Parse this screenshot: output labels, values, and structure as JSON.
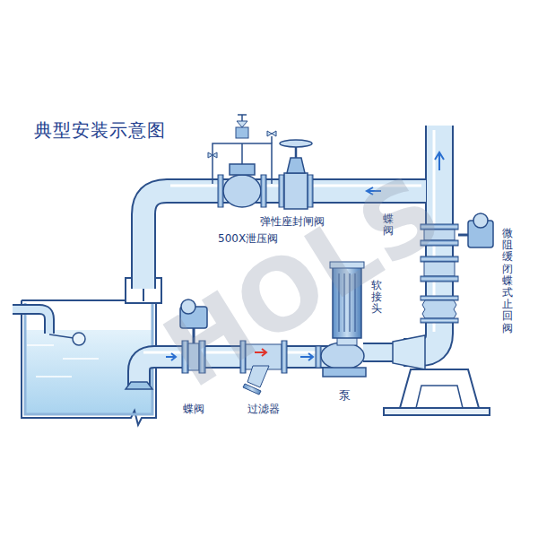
{
  "diagram": {
    "title": "典型安装示意图",
    "labels": [
      "弹性座封闸阀",
      "500X泄压阀",
      "蝶阀",
      "软接头",
      "微阻缓闭蝶式止回阀",
      "蝶阀",
      "过滤器",
      "泵",
      "HOLS"
    ]
  }
}
